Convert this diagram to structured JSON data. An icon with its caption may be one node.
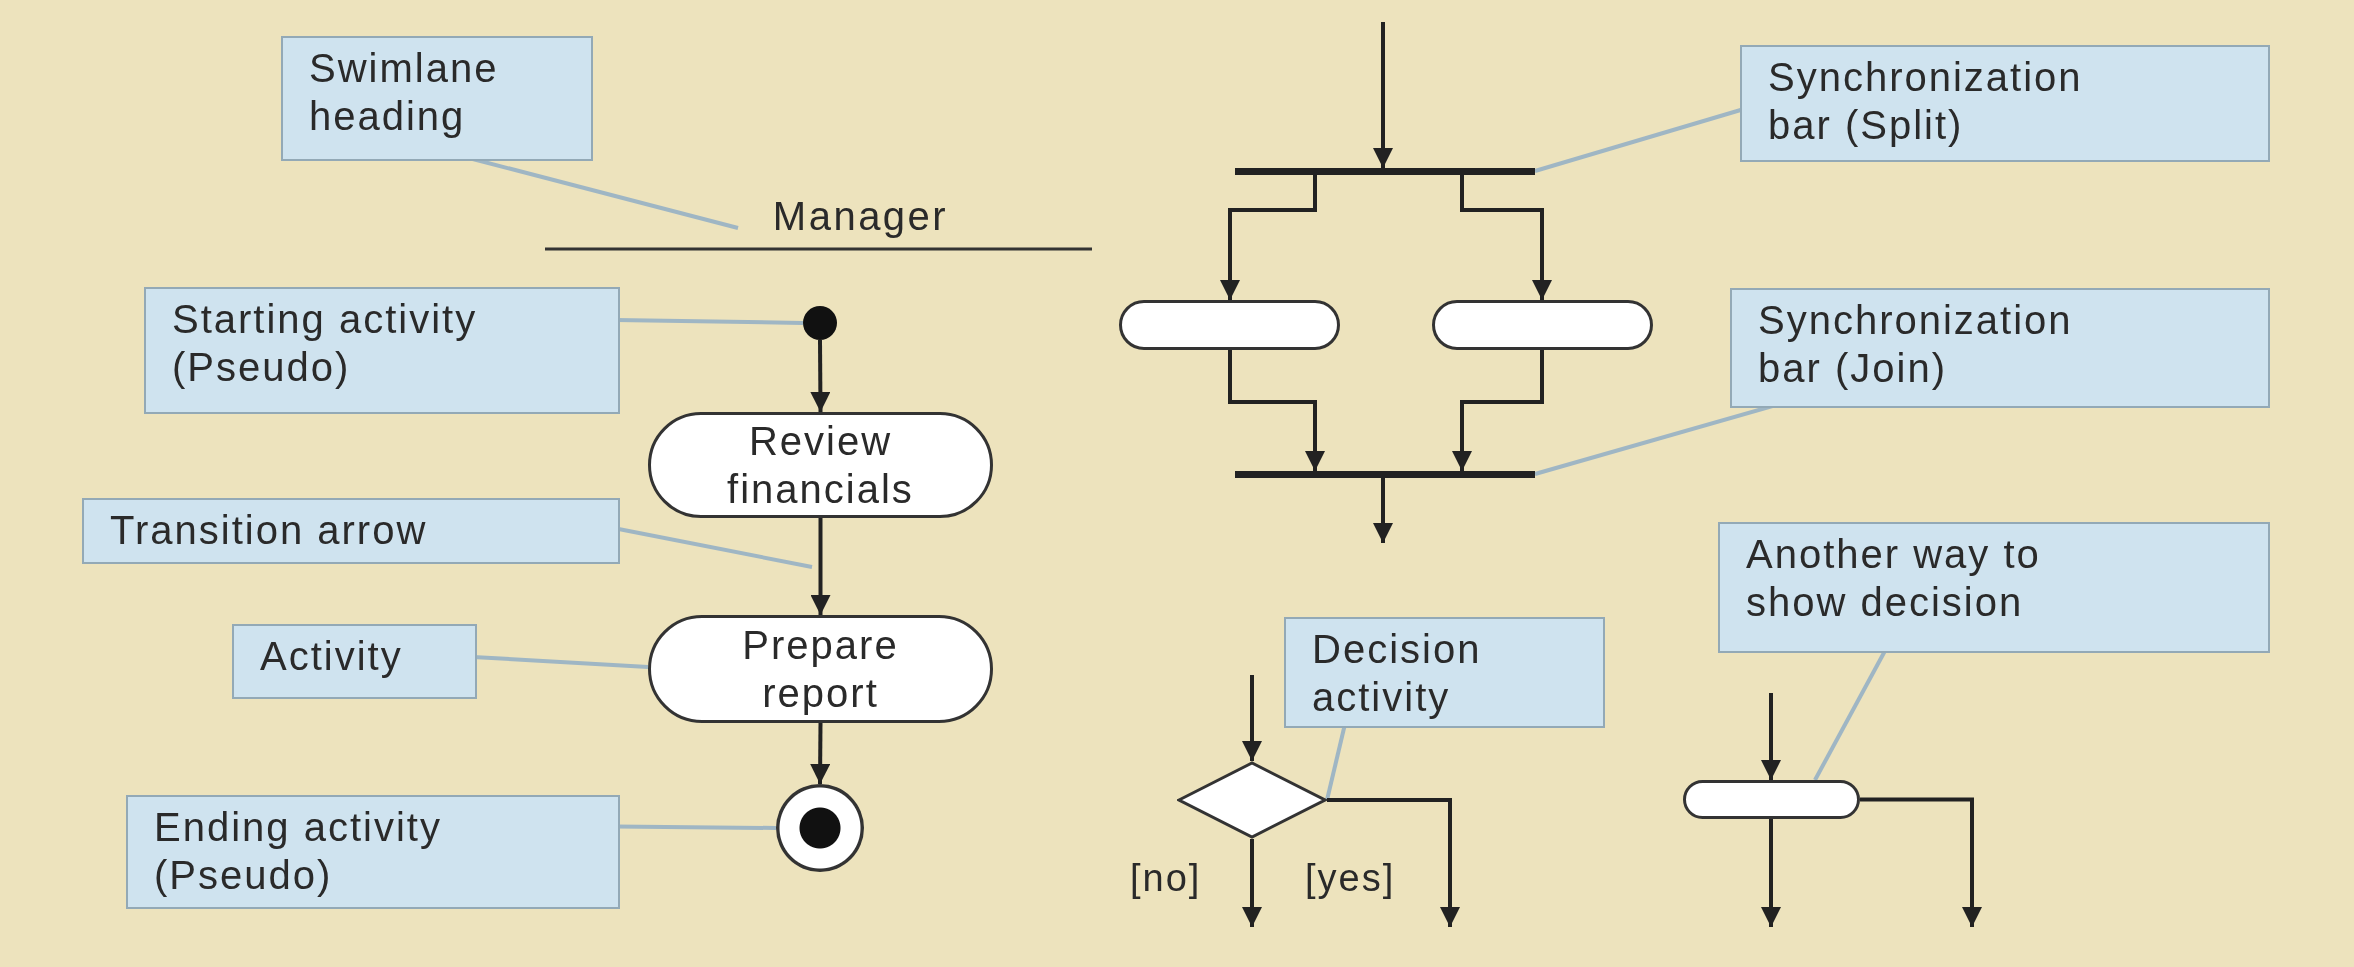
{
  "diagram": {
    "nodes": [
      {
        "text": [
          "Swimlane heading"
        ]
      },
      {
        "text": [
          "Manager"
        ]
      },
      {
        "text": [
          "Starting activity (Pseudo)"
        ]
      },
      {
        "text": [],
        "shape": "circle"
      },
      {
        "text": [
          "Review financials"
        ]
      },
      {
        "text": [
          "Transition arrow"
        ]
      },
      {
        "text": [
          "Prepare report"
        ]
      },
      {
        "text": [
          "Activity"
        ]
      },
      {
        "text": [],
        "shape": "bullseye"
      },
      {
        "text": [
          "Ending activity (Pseudo)"
        ]
      },
      {
        "text": [],
        "shape": "bar"
      },
      {
        "text": [
          "Synchronization bar (Split)"
        ]
      },
      {
        "text": [],
        "shape": "pill"
      },
      {
        "text": [],
        "shape": "pill"
      },
      {
        "text": [],
        "shape": "bar"
      },
      {
        "text": [
          "Synchronization bar (Join)"
        ]
      },
      {
        "text": [
          "Decision activity"
        ]
      },
      {
        "text": [],
        "shape": "diamond"
      },
      {
        "text": [
          "Another way to show decision"
        ]
      },
      {
        "text": [],
        "shape": "pill"
      }
    ],
    "edges": [
      {
        "from": 0,
        "to": 1,
        "arrow": "none",
        "color": "#9fb6c4"
      },
      {
        "from": 2,
        "to": 3,
        "arrow": "none",
        "color": "#9fb6c4"
      },
      {
        "from": 3,
        "to": 4,
        "arrow": "to"
      },
      {
        "from": 4,
        "to": 6,
        "arrow": "to"
      },
      {
        "from": 5,
        "to": null,
        "arrow": "none",
        "color": "#9fb6c4"
      },
      {
        "from": 7,
        "to": 6,
        "arrow": "none",
        "color": "#9fb6c4"
      },
      {
        "from": 6,
        "to": 8,
        "arrow": "to"
      },
      {
        "from": 9,
        "to": 8,
        "arrow": "none",
        "color": "#9fb6c4"
      },
      {
        "from": null,
        "to": 10,
        "arrow": "to"
      },
      {
        "from": 10,
        "to": 12,
        "arrow": "to"
      },
      {
        "from": 10,
        "to": 13,
        "arrow": "to"
      },
      {
        "from": 12,
        "to": 14,
        "arrow": "to"
      },
      {
        "from": 13,
        "to": 14,
        "arrow": "to"
      },
      {
        "from": 14,
        "to": null,
        "arrow": "to"
      },
      {
        "from": 11,
        "to": 10,
        "arrow": "none",
        "color": "#9fb6c4"
      },
      {
        "from": 15,
        "to": 14,
        "arrow": "none",
        "color": "#9fb6c4"
      },
      {
        "from": null,
        "to": 17,
        "arrow": "to"
      },
      {
        "from": 17,
        "to": null,
        "arrow": "to",
        "label": "[no]"
      },
      {
        "from": 17,
        "to": null,
        "arrow": "to",
        "label": "[yes]"
      },
      {
        "from": 16,
        "to": 17,
        "arrow": "none",
        "color": "#9fb6c4"
      },
      {
        "from": null,
        "to": 19,
        "arrow": "to"
      },
      {
        "from": 19,
        "to": null,
        "arrow": "to"
      },
      {
        "from": 19,
        "to": null,
        "arrow": "to"
      },
      {
        "from": 18,
        "to": 19,
        "arrow": "none",
        "color": "#9fb6c4"
      }
    ]
  }
}
